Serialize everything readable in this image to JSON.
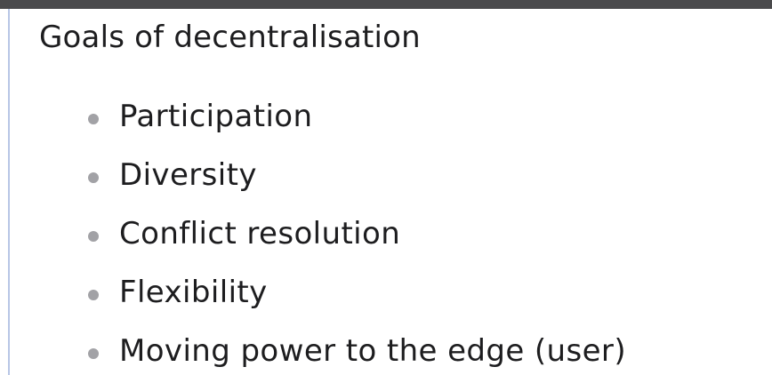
{
  "slide": {
    "title": "Goals of decentralisation",
    "bullets": [
      "Participation",
      "Diversity",
      "Conflict resolution",
      "Flexibility",
      "Moving power to the edge (user)"
    ]
  },
  "colors": {
    "topbar": "#4a4a4c",
    "left_rule": "#b8c6e6",
    "bullet_dot": "#a2a2a6",
    "text": "#1d1d1f"
  }
}
